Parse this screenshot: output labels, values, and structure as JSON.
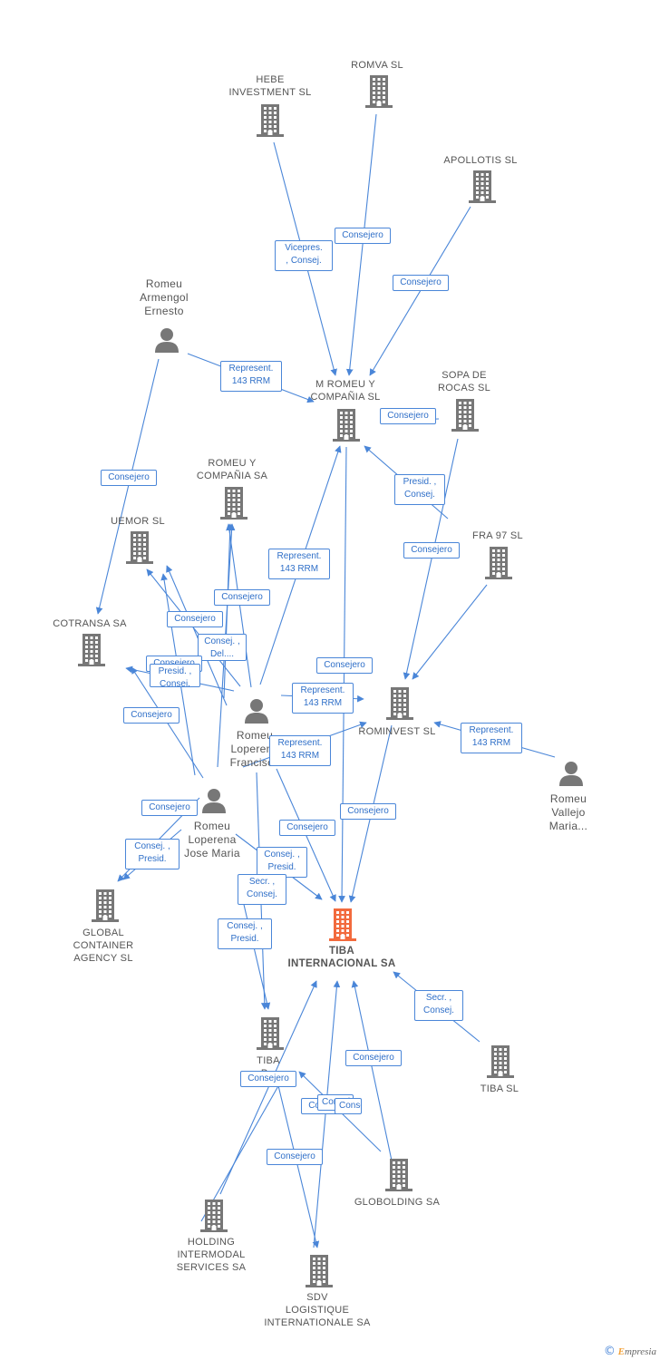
{
  "colors": {
    "edge": "#4a86d8",
    "node": "#777777",
    "main": "#f26a3d",
    "text": "#555555",
    "label": "#2f6fc8"
  },
  "nodes": [
    {
      "id": "hebe",
      "type": "company",
      "label": "HEBE\nINVESTMENT  SL"
    },
    {
      "id": "romva",
      "type": "company",
      "label": "ROMVA SL"
    },
    {
      "id": "apollotis",
      "type": "company",
      "label": "APOLLOTIS  SL"
    },
    {
      "id": "mromeu",
      "type": "company",
      "label": "M ROMEU Y\nCOMPAÑIA SL"
    },
    {
      "id": "sopa",
      "type": "company",
      "label": "SOPA DE\nROCAS SL"
    },
    {
      "id": "romeuy",
      "type": "company",
      "label": "ROMEU Y\nCOMPAÑIA SA"
    },
    {
      "id": "uemor",
      "type": "company",
      "label": "UEMOR SL"
    },
    {
      "id": "fra97",
      "type": "company",
      "label": "FRA 97 SL"
    },
    {
      "id": "cotransa",
      "type": "company",
      "label": "COTRANSA SA"
    },
    {
      "id": "rominvest",
      "type": "company",
      "label": "ROMINVEST SL"
    },
    {
      "id": "global",
      "type": "company",
      "label": "GLOBAL\nCONTAINER\nAGENCY  SL"
    },
    {
      "id": "tiba",
      "type": "main",
      "label": "TIBA\nINTERNACIONAL SA"
    },
    {
      "id": "tibap",
      "type": "company",
      "label": "TIBA\nP..."
    },
    {
      "id": "tibasl",
      "type": "company",
      "label": "TIBA SL"
    },
    {
      "id": "globolding",
      "type": "company",
      "label": "GLOBOLDING SA"
    },
    {
      "id": "holding",
      "type": "company",
      "label": "HOLDING\nINTERMODAL\nSERVICES SA"
    },
    {
      "id": "sdv",
      "type": "company",
      "label": "SDV\nLOGISTIQUE\nINTERNATIONALE SA"
    },
    {
      "id": "ernesto",
      "type": "person",
      "label": "Romeu\nArmengol\nErnesto"
    },
    {
      "id": "francisco",
      "type": "person",
      "label": "Romeu\nLoperena\nFrancisco"
    },
    {
      "id": "josemaria",
      "type": "person",
      "label": "Romeu\nLoperena\nJose Maria"
    },
    {
      "id": "vallejo",
      "type": "person",
      "label": "Romeu\nVallejo\nMaria..."
    }
  ],
  "edge_labels": [
    "Vicepres.\n, Consej.",
    "Consejero",
    "Consejero",
    "Represent.\n143 RRM",
    "Consejero",
    "Consejero",
    "Presid. ,\nConsej.",
    "Represent.\n143 RRM",
    "Consejero",
    "Consejero",
    "Consejero",
    "Consejero",
    "Consej. ,\nDel....",
    "Consejero",
    "Presid. ,\nConsej.",
    "Consejero",
    "Consejero",
    "Represent.\n143 RRM",
    "Represent.\n143 RRM",
    "Represent.\n143 RRM",
    "Consejero",
    "Consejero",
    "Consejero",
    "Consej. ,\nPresid.",
    "Consej. ,\nPresid.",
    "Secr. ,\nConsej.",
    "Consej. ,\nPresid.",
    "Secr. ,\nConsej.",
    "Consejero",
    "Consejero",
    "Consejero",
    "Consejero",
    "Consejero"
  ],
  "footer": {
    "copyright": "©",
    "brand_first": "E",
    "brand_rest": "mpresia"
  }
}
